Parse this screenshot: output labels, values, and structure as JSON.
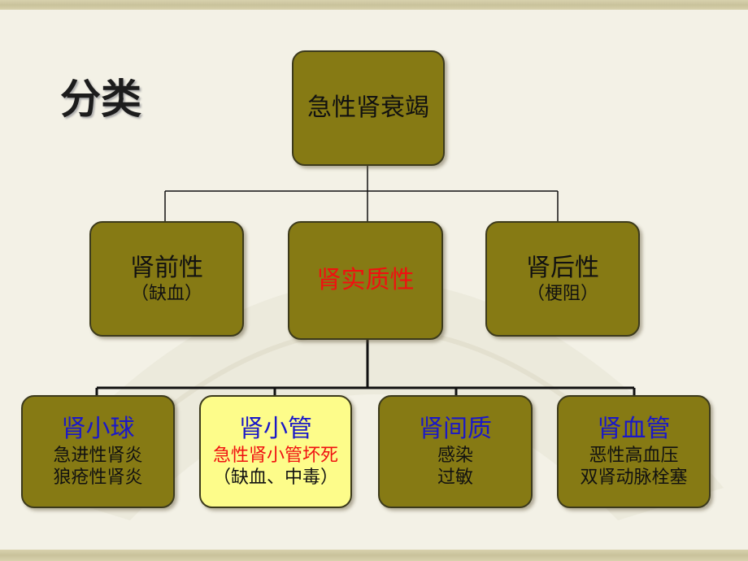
{
  "title": "分类",
  "root": {
    "label": "急性肾衰竭"
  },
  "level1": [
    {
      "label": "肾前性",
      "sub": "（缺血）"
    },
    {
      "label": "肾实质性"
    },
    {
      "label": "肾后性",
      "sub": "（梗阻）"
    }
  ],
  "level2": [
    {
      "label": "肾小球",
      "lines": [
        "急进性肾炎",
        "狼疮性肾炎"
      ]
    },
    {
      "label": "肾小管",
      "lines": [
        "急性肾小管坏死",
        "（缺血、中毒）"
      ]
    },
    {
      "label": "肾间质",
      "lines": [
        "感染",
        "过敏"
      ]
    },
    {
      "label": "肾血管",
      "lines": [
        "恶性高血压",
        "双肾动脉栓塞"
      ]
    }
  ],
  "colors": {
    "box_fill": "#867a14",
    "highlight_fill": "#fdfc8a",
    "blue_text": "#1a18c8",
    "red_text": "#f01010"
  }
}
